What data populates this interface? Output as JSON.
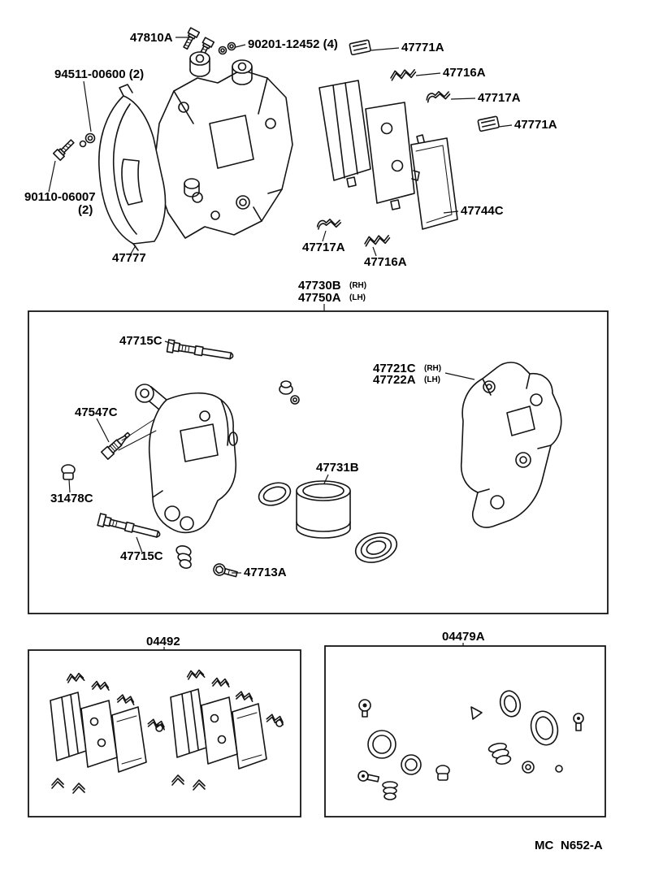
{
  "labels": {
    "b47810A": "47810A",
    "b90201": "90201-12452 (4)",
    "b47771A_1": "47771A",
    "b94511": "94511-00600 (2)",
    "b47716A_1": "47716A",
    "b47717A_1": "47717A",
    "b47771A_2": "47771A",
    "b90110": "90110-06007",
    "b90110_qty": "(2)",
    "b47744C": "47744C",
    "b47777": "47777",
    "b47717A_2": "47717A",
    "b47716A_2": "47716A",
    "b47730B": "47730B",
    "b47730B_side": "(RH)",
    "b47750A": "47750A",
    "b47750A_side": "(LH)",
    "b47715C_1": "47715C",
    "b47721C": "47721C",
    "b47721C_side": "(RH)",
    "b47722A": "47722A",
    "b47722A_side": "(LH)",
    "b47547C": "47547C",
    "b47731B": "47731B",
    "b31478C": "31478C",
    "b47715C_2": "47715C",
    "b47713A": "47713A",
    "kit_left": "04492",
    "kit_right": "04479A",
    "footer_mc": "MC",
    "footer_code": "N652-A"
  }
}
